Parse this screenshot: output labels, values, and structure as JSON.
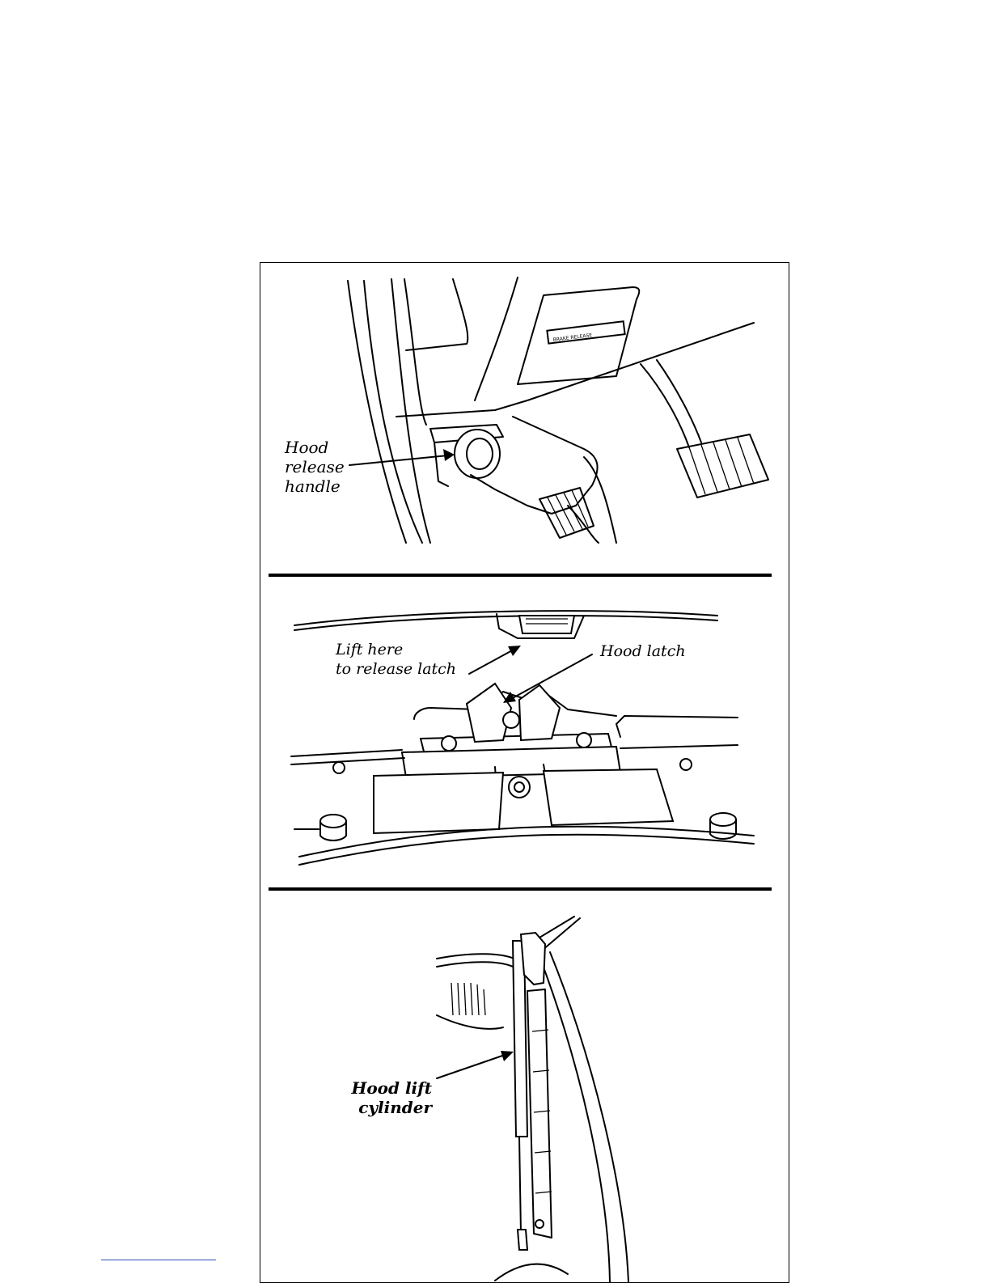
{
  "figure": {
    "panel1": {
      "label": "Hood\nrelease\nhandle",
      "placard": "BRAKE RELEASE"
    },
    "panel2": {
      "label_lift": "Lift here\nto release latch",
      "label_latch": "Hood latch"
    },
    "panel3": {
      "label": "Hood lift\ncylinder"
    }
  }
}
